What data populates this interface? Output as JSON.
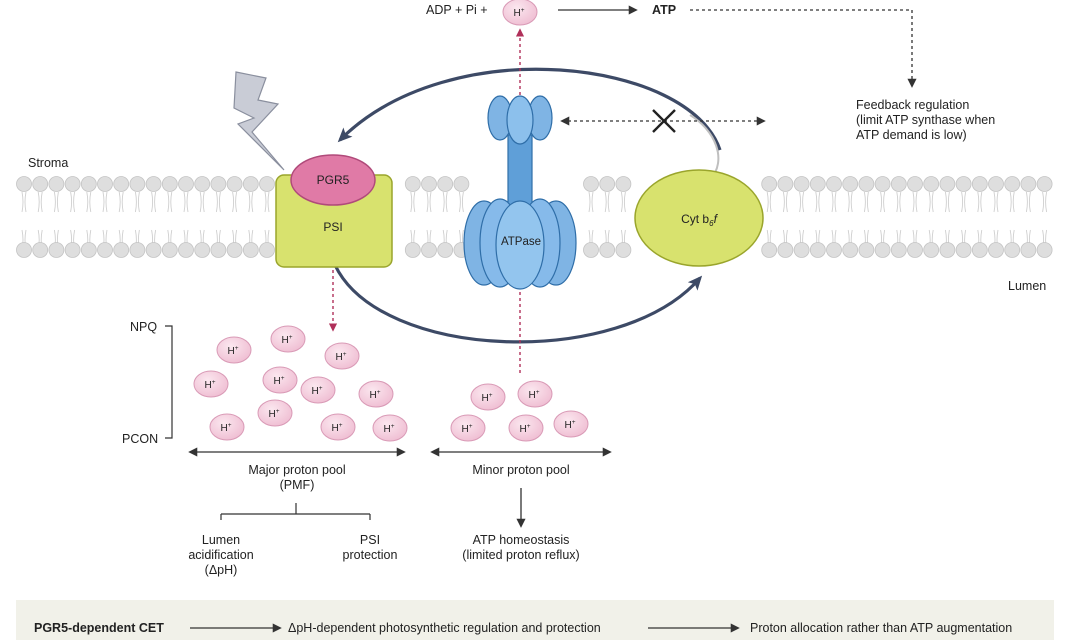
{
  "labels": {
    "stroma": "Stroma",
    "lumen": "Lumen",
    "adp_pi": "ADP + Pi +",
    "atp": "ATP",
    "feedback_line1": "Feedback regulation",
    "feedback_line2": "(limit ATP synthase when",
    "feedback_line3": "ATP demand is low)",
    "pgr5": "PGR5",
    "psi": "PSI",
    "atpase": "ATPase",
    "cyt_main": "Cyt b",
    "cyt_sub": "6",
    "cyt_f": "f",
    "npq": "NPQ",
    "pcon": "PCON",
    "proton": "H",
    "proton_sup": "+",
    "major_pool_line1": "Major proton pool",
    "major_pool_line2": "(PMF)",
    "minor_pool": "Minor proton pool",
    "lumen_acid_line1": "Lumen",
    "lumen_acid_line2": "acidification",
    "lumen_acid_line3": "(ΔpH)",
    "psi_prot_line1": "PSI",
    "psi_prot_line2": "protection",
    "atp_home_line1": "ATP homeostasis",
    "atp_home_line2": "(limited proton reflux)"
  },
  "footer": {
    "item1": "PGR5-dependent CET",
    "item2": "ΔpH-dependent photosynthetic regulation and protection",
    "item3": "Proton allocation rather than ATP augmentation"
  },
  "colors": {
    "psi_fill": "#d8e26e",
    "pgr5_fill": "#e07aa6",
    "atpase_fill": "#7fb4e4",
    "cyt_fill": "#d8e26e",
    "proton_fill": "#f6d4e2",
    "lipid_head": "#dedede",
    "cycle_arrow": "#3d4a66",
    "dotted_red": "#b0305a"
  }
}
